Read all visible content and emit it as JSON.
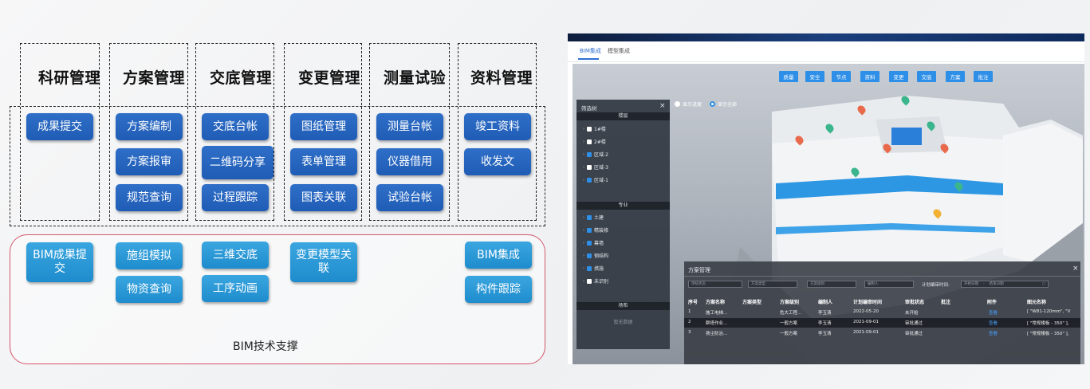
{
  "columns": [
    {
      "title": "科研管理",
      "items": [
        "成果提交"
      ]
    },
    {
      "title": "方案管理",
      "items": [
        "方案编制",
        "方案报审",
        "规范查询"
      ]
    },
    {
      "title": "交底管理",
      "items": [
        "交底台帐",
        "二维码分享",
        "过程跟踪"
      ]
    },
    {
      "title": "变更管理",
      "items": [
        "图纸管理",
        "表单管理",
        "图表关联"
      ]
    },
    {
      "title": "测量试验",
      "items": [
        "测量台帐",
        "仪器借用",
        "试验台帐"
      ]
    },
    {
      "title": "资料管理",
      "items": [
        "竣工资料",
        "收发文"
      ]
    }
  ],
  "bim": {
    "label": "BIM技术支撑",
    "items": [
      "BIM成果提交",
      "施组模拟",
      "物资查询",
      "三维交底",
      "工序动画",
      "变更模型关联",
      "BIM集成",
      "构件跟踪"
    ]
  },
  "app": {
    "tabs": [
      "BIM集成",
      "模型集成"
    ],
    "toolbar": [
      "质量",
      "安全",
      "节点",
      "资料",
      "变更",
      "交底",
      "方案",
      "批注"
    ],
    "radios": [
      "显示进度",
      "显示全部"
    ],
    "filter": {
      "title": "筛选树",
      "close": "×",
      "floor_header": "楼层",
      "floors": [
        {
          "label": "1#楼",
          "checked": false
        },
        {
          "label": "2#楼",
          "checked": false
        },
        {
          "label": "区域-2",
          "checked": true
        },
        {
          "label": "区域-3",
          "checked": false
        },
        {
          "label": "区域-1",
          "checked": true
        }
      ],
      "major_header": "专业",
      "majors": [
        {
          "label": "土建",
          "checked": true
        },
        {
          "label": "精装修",
          "checked": true
        },
        {
          "label": "幕墙",
          "checked": true
        },
        {
          "label": "钢结构",
          "checked": true
        },
        {
          "label": "措施",
          "checked": true
        },
        {
          "label": "未识别",
          "checked": false
        }
      ],
      "site_header": "场布",
      "empty": "暂无数据"
    },
    "panel": {
      "title": "方案管理",
      "close": "×",
      "filters": [
        "审核状态",
        "方案类型",
        "方案级别",
        "编制人"
      ],
      "date_label": "计划编审时间:",
      "date_start": "开始日期",
      "date_sep": "-",
      "date_end": "结束日期",
      "headers": [
        "序号",
        "方案名称",
        "方案类型",
        "方案级别",
        "编制人",
        "计划编审时间",
        "审批状态",
        "批注",
        "附件",
        "图元名称"
      ],
      "rows": [
        [
          "1",
          "施工电梯...",
          "",
          "危大工程...",
          "李玉清",
          "2022-05-20",
          "未开始",
          "",
          "查看",
          "[ \"W81-120mm\", \"V"
        ],
        [
          "2",
          "群塔作业...",
          "",
          "一般方案",
          "李玉清",
          "2021-09-01",
          "审批通过",
          "",
          "查看",
          "[ \"常规楼板 - 350\" ],"
        ],
        [
          "3",
          "扬尘防治...",
          "",
          "一般方案",
          "李玉清",
          "2021-09-01",
          "审批通过",
          "",
          "查看",
          "[ \"常规楼板 - 350\" ],"
        ]
      ]
    }
  }
}
